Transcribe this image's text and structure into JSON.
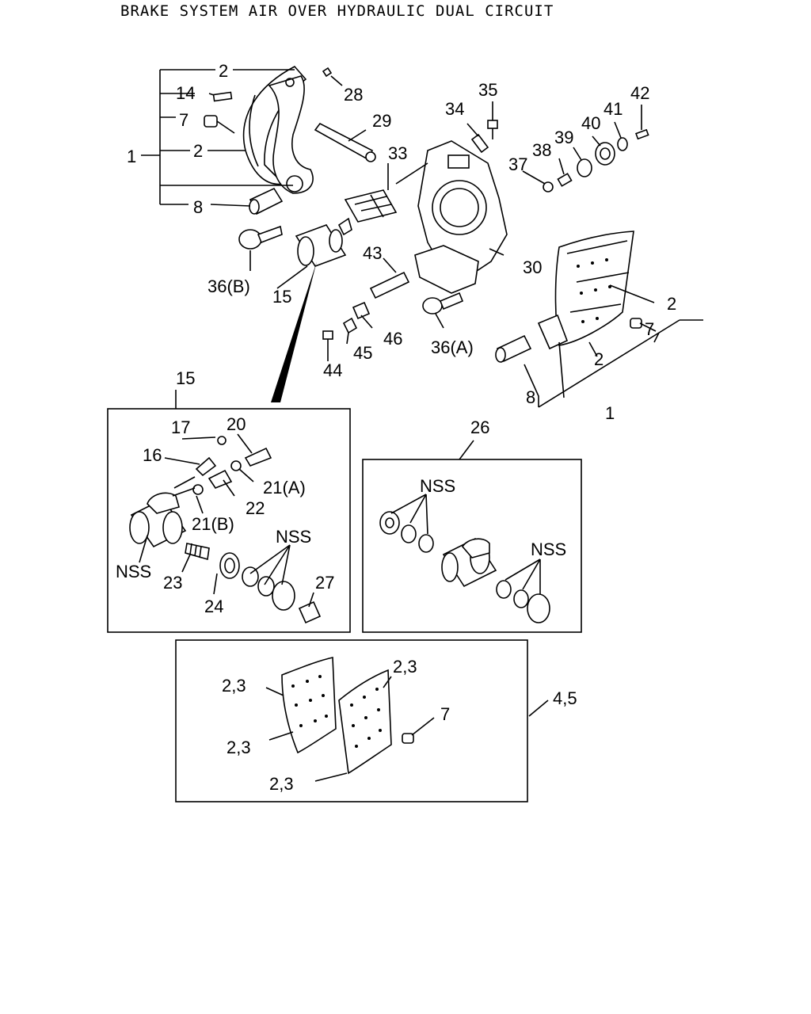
{
  "title": "BRAKE SYSTEM AIR OVER HYDRAULIC DUAL CIRCUIT",
  "callouts": {
    "c1": "1",
    "c2": "2",
    "c7": "7",
    "c8": "8",
    "c14": "14",
    "c28": "28",
    "c29": "29",
    "c33": "33",
    "c34": "34",
    "c35": "35",
    "c37": "37",
    "c38": "38",
    "c39": "39",
    "c40": "40",
    "c41": "41",
    "c42": "42",
    "c43": "43",
    "c30": "30",
    "c36b": "36(B)",
    "c15": "15",
    "c36a": "36(A)",
    "c44": "44",
    "c45": "45",
    "c46": "46",
    "c16": "16",
    "c17": "17",
    "c20": "20",
    "c21a": "21(A)",
    "c21b": "21(B)",
    "c22": "22",
    "c23": "23",
    "c24": "24",
    "c27": "27",
    "c26": "26",
    "nss": "NSS",
    "c23x": "2,3",
    "c45x": "4,5"
  },
  "icons": [
    "brake-shoe-icon",
    "wheel-cylinder-icon",
    "backing-plate-icon",
    "brake-lining-icon",
    "bolt-icon",
    "washer-icon"
  ]
}
